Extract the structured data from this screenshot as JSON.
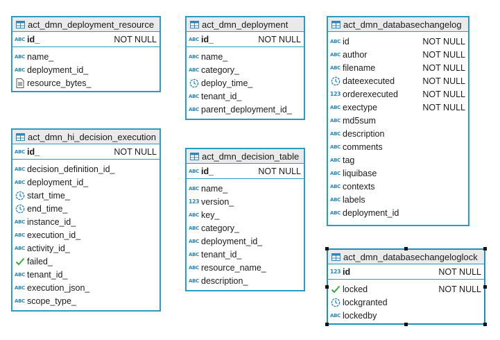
{
  "tables": [
    {
      "name": "act_dmn_deployment_resource",
      "pk": {
        "name": "id_",
        "type": "abc",
        "constraint": "NOT NULL"
      },
      "columns": [
        {
          "name": "name_",
          "type": "abc",
          "constraint": ""
        },
        {
          "name": "deployment_id_",
          "type": "abc",
          "constraint": ""
        },
        {
          "name": "resource_bytes_",
          "type": "binary",
          "constraint": ""
        }
      ]
    },
    {
      "name": "act_dmn_deployment",
      "pk": {
        "name": "id_",
        "type": "abc",
        "constraint": "NOT NULL"
      },
      "columns": [
        {
          "name": "name_",
          "type": "abc",
          "constraint": ""
        },
        {
          "name": "category_",
          "type": "abc",
          "constraint": ""
        },
        {
          "name": "deploy_time_",
          "type": "datetime",
          "constraint": ""
        },
        {
          "name": "tenant_id_",
          "type": "abc",
          "constraint": ""
        },
        {
          "name": "parent_deployment_id_",
          "type": "abc",
          "constraint": ""
        }
      ]
    },
    {
      "name": "act_dmn_databasechangelog",
      "pk": null,
      "columns": [
        {
          "name": "id",
          "type": "abc",
          "constraint": "NOT NULL"
        },
        {
          "name": "author",
          "type": "abc",
          "constraint": "NOT NULL"
        },
        {
          "name": "filename",
          "type": "abc",
          "constraint": "NOT NULL"
        },
        {
          "name": "dateexecuted",
          "type": "datetime",
          "constraint": "NOT NULL"
        },
        {
          "name": "orderexecuted",
          "type": "number",
          "constraint": "NOT NULL"
        },
        {
          "name": "exectype",
          "type": "abc",
          "constraint": "NOT NULL"
        },
        {
          "name": "md5sum",
          "type": "abc",
          "constraint": ""
        },
        {
          "name": "description",
          "type": "abc",
          "constraint": ""
        },
        {
          "name": "comments",
          "type": "abc",
          "constraint": ""
        },
        {
          "name": "tag",
          "type": "abc",
          "constraint": ""
        },
        {
          "name": "liquibase",
          "type": "abc",
          "constraint": ""
        },
        {
          "name": "contexts",
          "type": "abc",
          "constraint": ""
        },
        {
          "name": "labels",
          "type": "abc",
          "constraint": ""
        },
        {
          "name": "deployment_id",
          "type": "abc",
          "constraint": ""
        }
      ]
    },
    {
      "name": "act_dmn_hi_decision_execution",
      "pk": {
        "name": "id_",
        "type": "abc",
        "constraint": "NOT NULL"
      },
      "columns": [
        {
          "name": "decision_definition_id_",
          "type": "abc",
          "constraint": ""
        },
        {
          "name": "deployment_id_",
          "type": "abc",
          "constraint": ""
        },
        {
          "name": "start_time_",
          "type": "datetime",
          "constraint": ""
        },
        {
          "name": "end_time_",
          "type": "datetime",
          "constraint": ""
        },
        {
          "name": "instance_id_",
          "type": "abc",
          "constraint": ""
        },
        {
          "name": "execution_id_",
          "type": "abc",
          "constraint": ""
        },
        {
          "name": "activity_id_",
          "type": "abc",
          "constraint": ""
        },
        {
          "name": "failed_",
          "type": "boolean",
          "constraint": ""
        },
        {
          "name": "tenant_id_",
          "type": "abc",
          "constraint": ""
        },
        {
          "name": "execution_json_",
          "type": "abc",
          "constraint": ""
        },
        {
          "name": "scope_type_",
          "type": "abc",
          "constraint": ""
        }
      ]
    },
    {
      "name": "act_dmn_decision_table",
      "pk": {
        "name": "id_",
        "type": "abc",
        "constraint": "NOT NULL"
      },
      "columns": [
        {
          "name": "name_",
          "type": "abc",
          "constraint": ""
        },
        {
          "name": "version_",
          "type": "number",
          "constraint": ""
        },
        {
          "name": "key_",
          "type": "abc",
          "constraint": ""
        },
        {
          "name": "category_",
          "type": "abc",
          "constraint": ""
        },
        {
          "name": "deployment_id_",
          "type": "abc",
          "constraint": ""
        },
        {
          "name": "tenant_id_",
          "type": "abc",
          "constraint": ""
        },
        {
          "name": "resource_name_",
          "type": "abc",
          "constraint": ""
        },
        {
          "name": "description_",
          "type": "abc",
          "constraint": ""
        }
      ]
    },
    {
      "name": "act_dmn_databasechangeloglock",
      "pk": {
        "name": "id",
        "type": "number",
        "constraint": "NOT NULL"
      },
      "columns": [
        {
          "name": "locked",
          "type": "boolean",
          "constraint": "NOT NULL"
        },
        {
          "name": "lockgranted",
          "type": "datetime",
          "constraint": ""
        },
        {
          "name": "lockedby",
          "type": "abc",
          "constraint": ""
        }
      ]
    }
  ],
  "icons": {
    "abc": "text-type-icon",
    "number": "number-type-icon",
    "datetime": "datetime-type-icon",
    "boolean": "boolean-check-icon",
    "binary": "binary-file-icon",
    "table": "table-icon"
  },
  "colors": {
    "accent": "#2c9bc4",
    "header_bg": "#eaeaea",
    "icon_blue": "#2c86b8",
    "check_green": "#3aa83a"
  }
}
